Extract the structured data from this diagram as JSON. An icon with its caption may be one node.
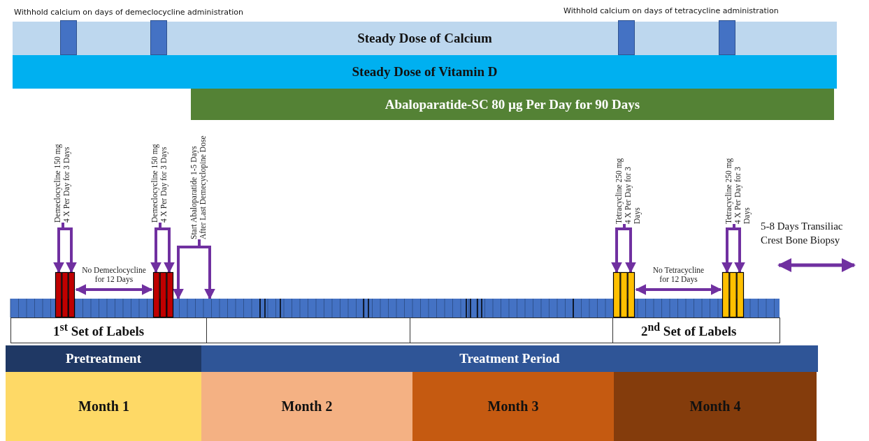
{
  "diagram": {
    "nodes": [
      {
        "text": [
          "Steady Dose of Calcium"
        ],
        "beside": [
          "Withhold calcium on days of demeclocycline administration",
          "Withhold calcium on days of tetracycline administration"
        ]
      },
      {
        "text": [
          "Steady Dose of Vitamin D"
        ]
      },
      {
        "text": [
          "Abaloparatide-SC 80 µg Per Day for 90 Days"
        ]
      },
      {
        "text": [
          "Demeclocycline 150 mg 4 X Per Day for 3 Days"
        ]
      },
      {
        "text": [
          "Demeclocycline 150 mg 4 X Per Day for 3 Days"
        ]
      },
      {
        "text": [
          "Start Abaloparatide 1-5 Days After Last Demecyclopine Dose"
        ]
      },
      {
        "text": [
          "Tetracycline 250 mg 4 X Per Day for 3 Days"
        ]
      },
      {
        "text": [
          "Tetracycline 250 mg 4 X Per Day for 3 Days"
        ]
      },
      {
        "text": [],
        "shape": "bar"
      },
      {
        "text": [],
        "shape": "bar"
      },
      {
        "text": [],
        "shape": "bar"
      },
      {
        "text": [],
        "shape": "bar"
      },
      {
        "text": [],
        "shape": "bar"
      },
      {
        "text": [
          "1$^{st}$ Set of Labels"
        ]
      },
      {
        "text": [],
        "shape": "box"
      },
      {
        "text": [],
        "shape": "box"
      },
      {
        "text": [
          "2$^{nd}$ Set of Labels"
        ]
      },
      {
        "text": [
          "Pretreatment"
        ]
      },
      {
        "text": [
          "Treatment Period"
        ]
      },
      {
        "text": [
          "Month 1"
        ]
      },
      {
        "text": [
          "Month 2"
        ]
      },
      {
        "text": [
          "Month 3"
        ]
      },
      {
        "text": [
          "Month 4"
        ]
      }
    ],
    "edges": [
      {
        "from": 3,
        "to": 8,
        "arrow": "to"
      },
      {
        "from": 3,
        "to": 8,
        "arrow": "to"
      },
      {
        "from": 4,
        "to": 9,
        "arrow": "to"
      },
      {
        "from": 4,
        "to": 9,
        "arrow": "to"
      },
      {
        "from": 5,
        "to": 12,
        "arrow": "to"
      },
      {
        "from": 5,
        "to": 12,
        "arrow": "to"
      },
      {
        "from": 6,
        "to": 10,
        "arrow": "to"
      },
      {
        "from": 6,
        "to": 10,
        "arrow": "to"
      },
      {
        "from": 7,
        "to": 11,
        "arrow": "to"
      },
      {
        "from": 7,
        "to": 11,
        "arrow": "to"
      },
      {
        "from": 8,
        "to": 9,
        "arrow": "both",
        "label": "No Demeclocycline for 12 Days"
      },
      {
        "from": 10,
        "to": 11,
        "arrow": "both",
        "label": "No Tetracycline for 12 Days"
      }
    ],
    "labels": [
      "5-8 Days Transiliac Crest Bone Biopsy"
    ]
  }
}
